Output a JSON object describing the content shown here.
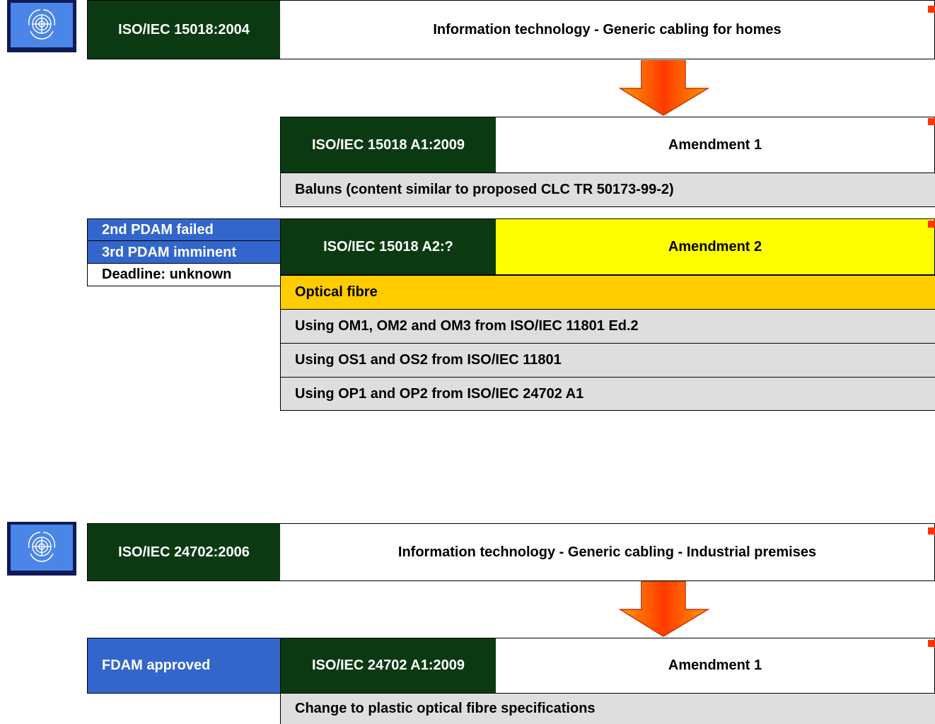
{
  "block1": {
    "code": "ISO/IEC 15018:2004",
    "title": "Information technology - Generic cabling for homes",
    "amendment1": {
      "code": "ISO/IEC 15018 A1:2009",
      "title": "Amendment 1",
      "rows": [
        "Baluns (content similar to proposed CLC TR 50173-99-2)"
      ]
    },
    "amendment2": {
      "status": [
        "2nd PDAM failed",
        "3rd PDAM imminent",
        "Deadline: unknown"
      ],
      "code": "ISO/IEC 15018 A2:?",
      "title": "Amendment 2",
      "section": "Optical fibre",
      "rows": [
        "Using OM1, OM2 and OM3 from ISO/IEC 11801 Ed.2",
        "Using OS1 and OS2 from ISO/IEC 11801",
        "Using OP1 and OP2 from ISO/IEC 24702 A1"
      ]
    }
  },
  "block2": {
    "code": "ISO/IEC 24702:2006",
    "title": "Information technology - Generic cabling - Industrial premises",
    "amendment1": {
      "status": "FDAM approved",
      "code": "ISO/IEC 24702 A1:2009",
      "title": "Amendment 1",
      "rows": [
        "Change to plastic optical fibre specifications"
      ]
    }
  },
  "colors": {
    "dark_green": "#0b3a12",
    "highlight_yellow": "#ffff00",
    "section_orange": "#ffcc00",
    "status_blue": "#3366cc",
    "row_grey": "#dedede",
    "marker_red": "#ff3300"
  }
}
